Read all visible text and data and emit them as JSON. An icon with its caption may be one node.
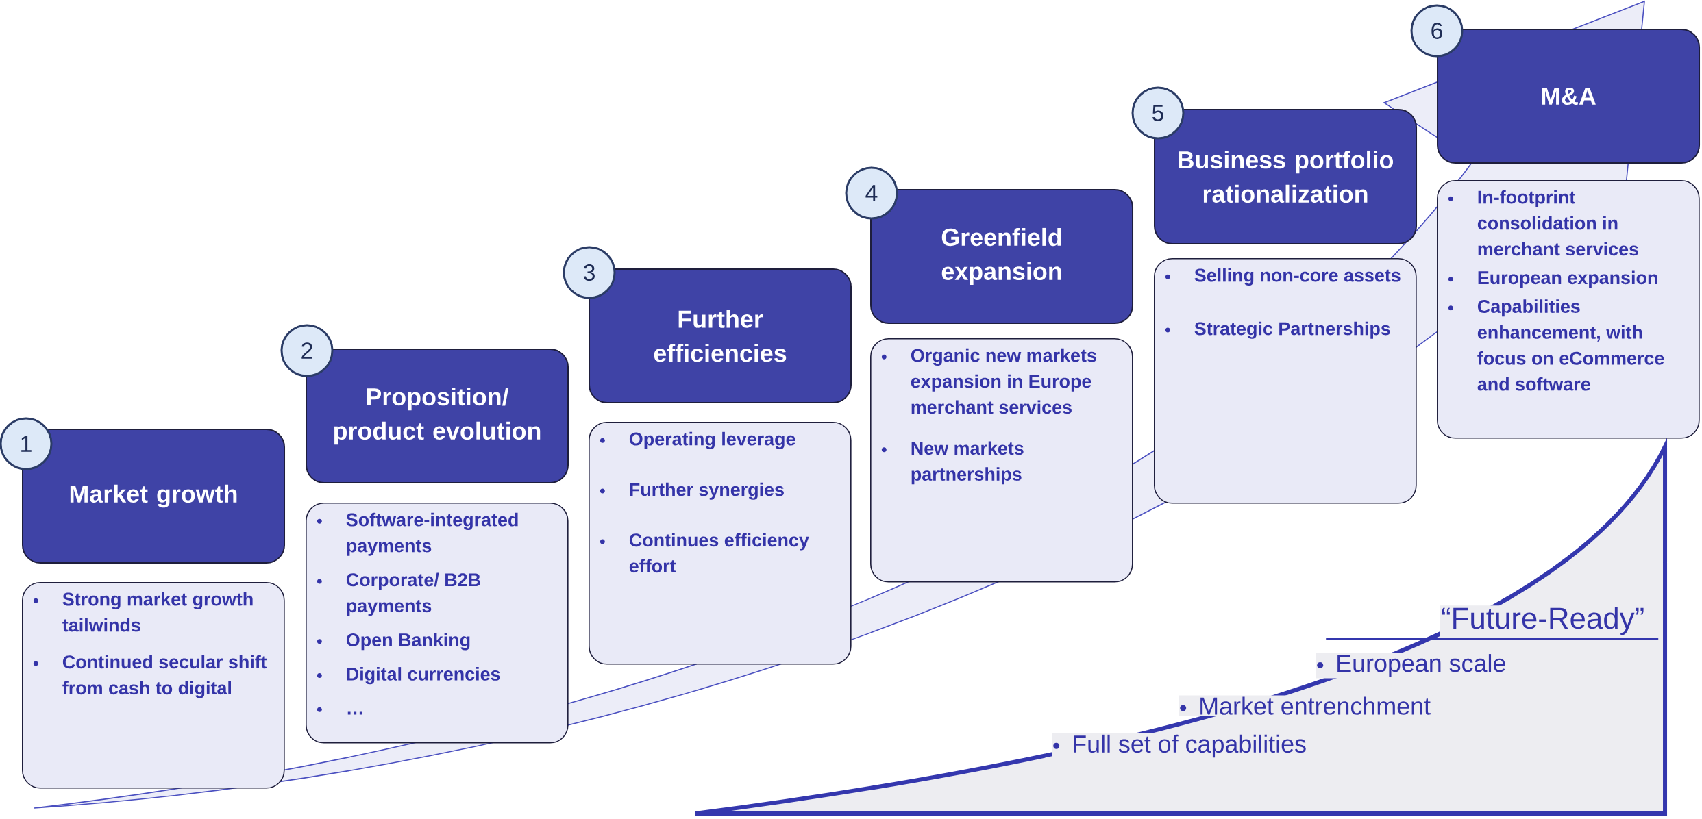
{
  "diagram": {
    "nodes": [
      {
        "text": [
          "1"
        ]
      },
      {
        "text": [
          "Market growth"
        ]
      },
      {
        "text": [
          "Strong market growth tailwinds",
          "Continued secular shift from cash to digital"
        ]
      },
      {
        "text": [
          "2"
        ]
      },
      {
        "text": [
          "Proposition/ product evolution"
        ]
      },
      {
        "text": [
          "Software-integrated payments",
          "Corporate/ B2B payments",
          "Open Banking",
          "Digital currencies",
          "…"
        ]
      },
      {
        "text": [
          "3"
        ]
      },
      {
        "text": [
          "Further efficiencies"
        ]
      },
      {
        "text": [
          "Operating leverage",
          "Further synergies",
          "Continues efficiency effort"
        ]
      },
      {
        "text": [
          "4"
        ]
      },
      {
        "text": [
          "Greenfield expansion"
        ]
      },
      {
        "text": [
          "Organic new markets expansion in Europe merchant services",
          "New markets partnerships"
        ]
      },
      {
        "text": [
          "5"
        ]
      },
      {
        "text": [
          "Business portfolio rationalization"
        ]
      },
      {
        "text": [
          "Selling non-core assets",
          "Strategic Partnerships"
        ]
      },
      {
        "text": [
          "6"
        ]
      },
      {
        "text": [
          "M&A"
        ]
      },
      {
        "text": [
          "In-footprint consolidation in merchant services",
          "European expansion",
          "Capabilities enhancement, with focus on eCommerce and software"
        ]
      },
      {
        "text": [
          "“Future-Ready”",
          "European scale",
          "Market entrenchment",
          "Full set of capabilities"
        ]
      }
    ]
  }
}
